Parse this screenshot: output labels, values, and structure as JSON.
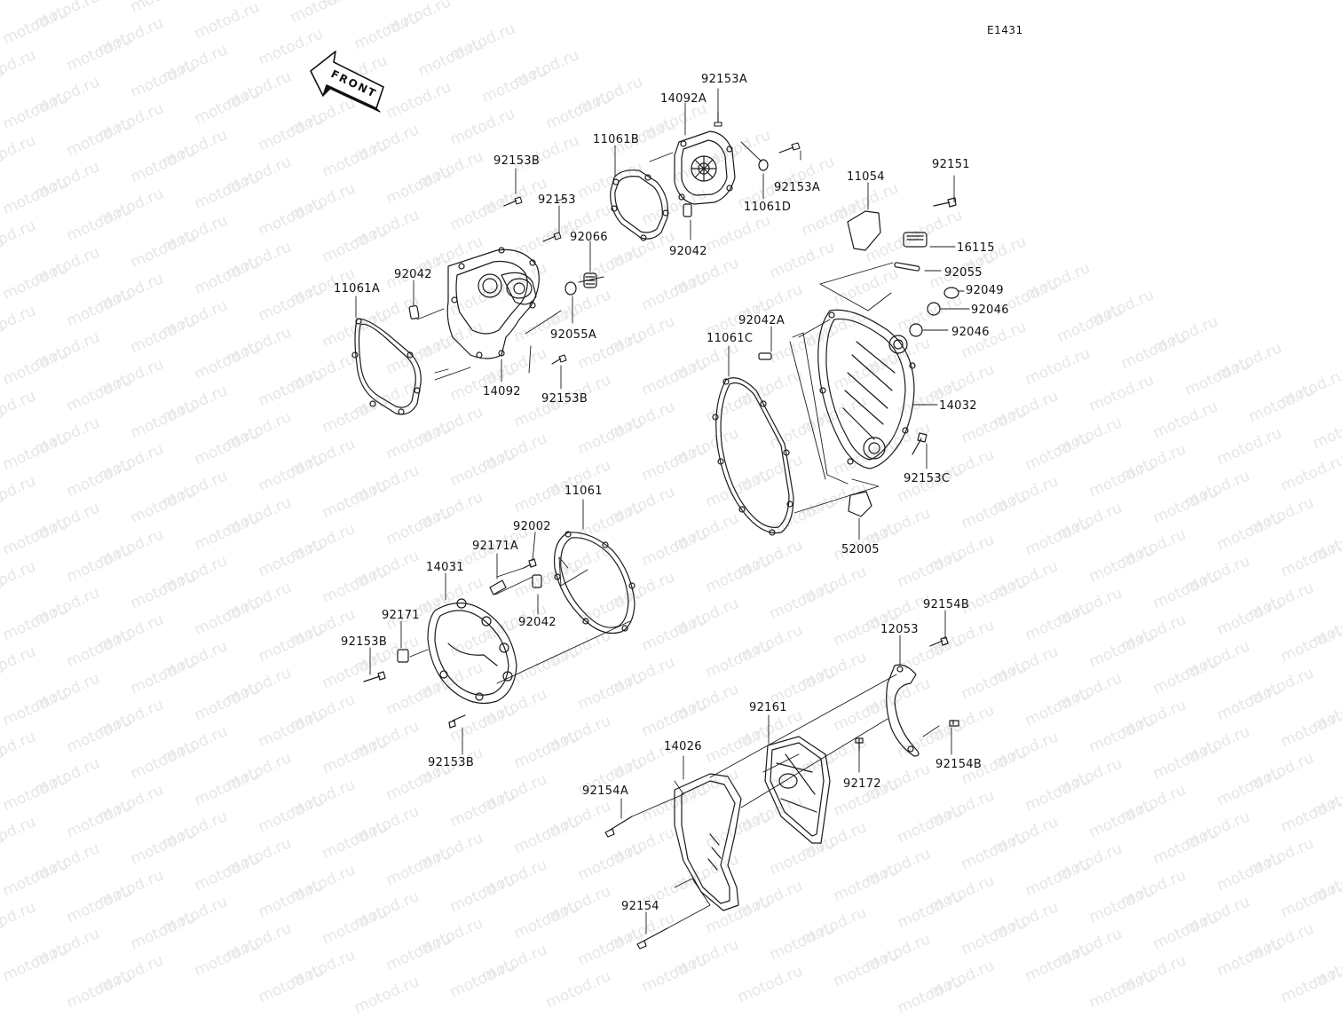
{
  "diagram": {
    "id": "E1431",
    "front_label": "FRONT",
    "watermark": "motod.ru",
    "parts": [
      {
        "key": "p92153A_top",
        "number": "92153A"
      },
      {
        "key": "p14092A",
        "number": "14092A"
      },
      {
        "key": "p11061B",
        "number": "11061B"
      },
      {
        "key": "p92153B_top",
        "number": "92153B"
      },
      {
        "key": "p92153",
        "number": "92153"
      },
      {
        "key": "p92153A_right",
        "number": "92153A"
      },
      {
        "key": "p11061D",
        "number": "11061D"
      },
      {
        "key": "p92042_upper",
        "number": "92042"
      },
      {
        "key": "p92066",
        "number": "92066"
      },
      {
        "key": "p92042_left",
        "number": "92042"
      },
      {
        "key": "p11061A",
        "number": "11061A"
      },
      {
        "key": "p92055A",
        "number": "92055A"
      },
      {
        "key": "p14092",
        "number": "14092"
      },
      {
        "key": "p92153B_mid",
        "number": "92153B"
      },
      {
        "key": "p11054",
        "number": "11054"
      },
      {
        "key": "p92151",
        "number": "92151"
      },
      {
        "key": "p16115",
        "number": "16115"
      },
      {
        "key": "p92055",
        "number": "92055"
      },
      {
        "key": "p92049",
        "number": "92049"
      },
      {
        "key": "p92046_a",
        "number": "92046"
      },
      {
        "key": "p92046_b",
        "number": "92046"
      },
      {
        "key": "p92042A",
        "number": "92042A"
      },
      {
        "key": "p11061C",
        "number": "11061C"
      },
      {
        "key": "p14032",
        "number": "14032"
      },
      {
        "key": "p92153C",
        "number": "92153C"
      },
      {
        "key": "p52005",
        "number": "52005"
      },
      {
        "key": "p11061",
        "number": "11061"
      },
      {
        "key": "p92002",
        "number": "92002"
      },
      {
        "key": "p92171A",
        "number": "92171A"
      },
      {
        "key": "p14031",
        "number": "14031"
      },
      {
        "key": "p92171",
        "number": "92171"
      },
      {
        "key": "p92153B_low",
        "number": "92153B"
      },
      {
        "key": "p92042_low",
        "number": "92042"
      },
      {
        "key": "p92153B_bottom",
        "number": "92153B"
      },
      {
        "key": "p92154B_top",
        "number": "92154B"
      },
      {
        "key": "p12053",
        "number": "12053"
      },
      {
        "key": "p92161",
        "number": "92161"
      },
      {
        "key": "p14026",
        "number": "14026"
      },
      {
        "key": "p92172",
        "number": "92172"
      },
      {
        "key": "p92154B_bottom",
        "number": "92154B"
      },
      {
        "key": "p92154A",
        "number": "92154A"
      },
      {
        "key": "p92154",
        "number": "92154"
      }
    ]
  }
}
